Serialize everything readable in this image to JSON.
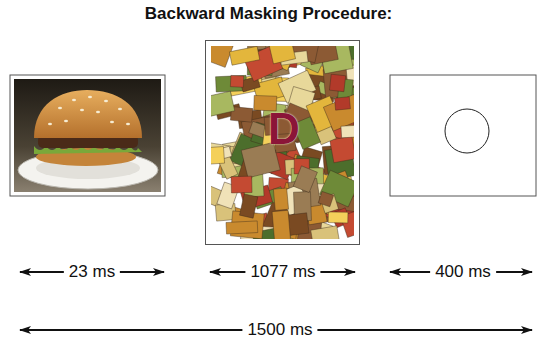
{
  "diagram": {
    "title": "Backward Masking Procedure:",
    "nodes": [
      {
        "text": [
          "D"
        ]
      }
    ],
    "labels": [
      "23 ms",
      "1077 ms",
      "400 ms",
      "1500 ms"
    ]
  }
}
